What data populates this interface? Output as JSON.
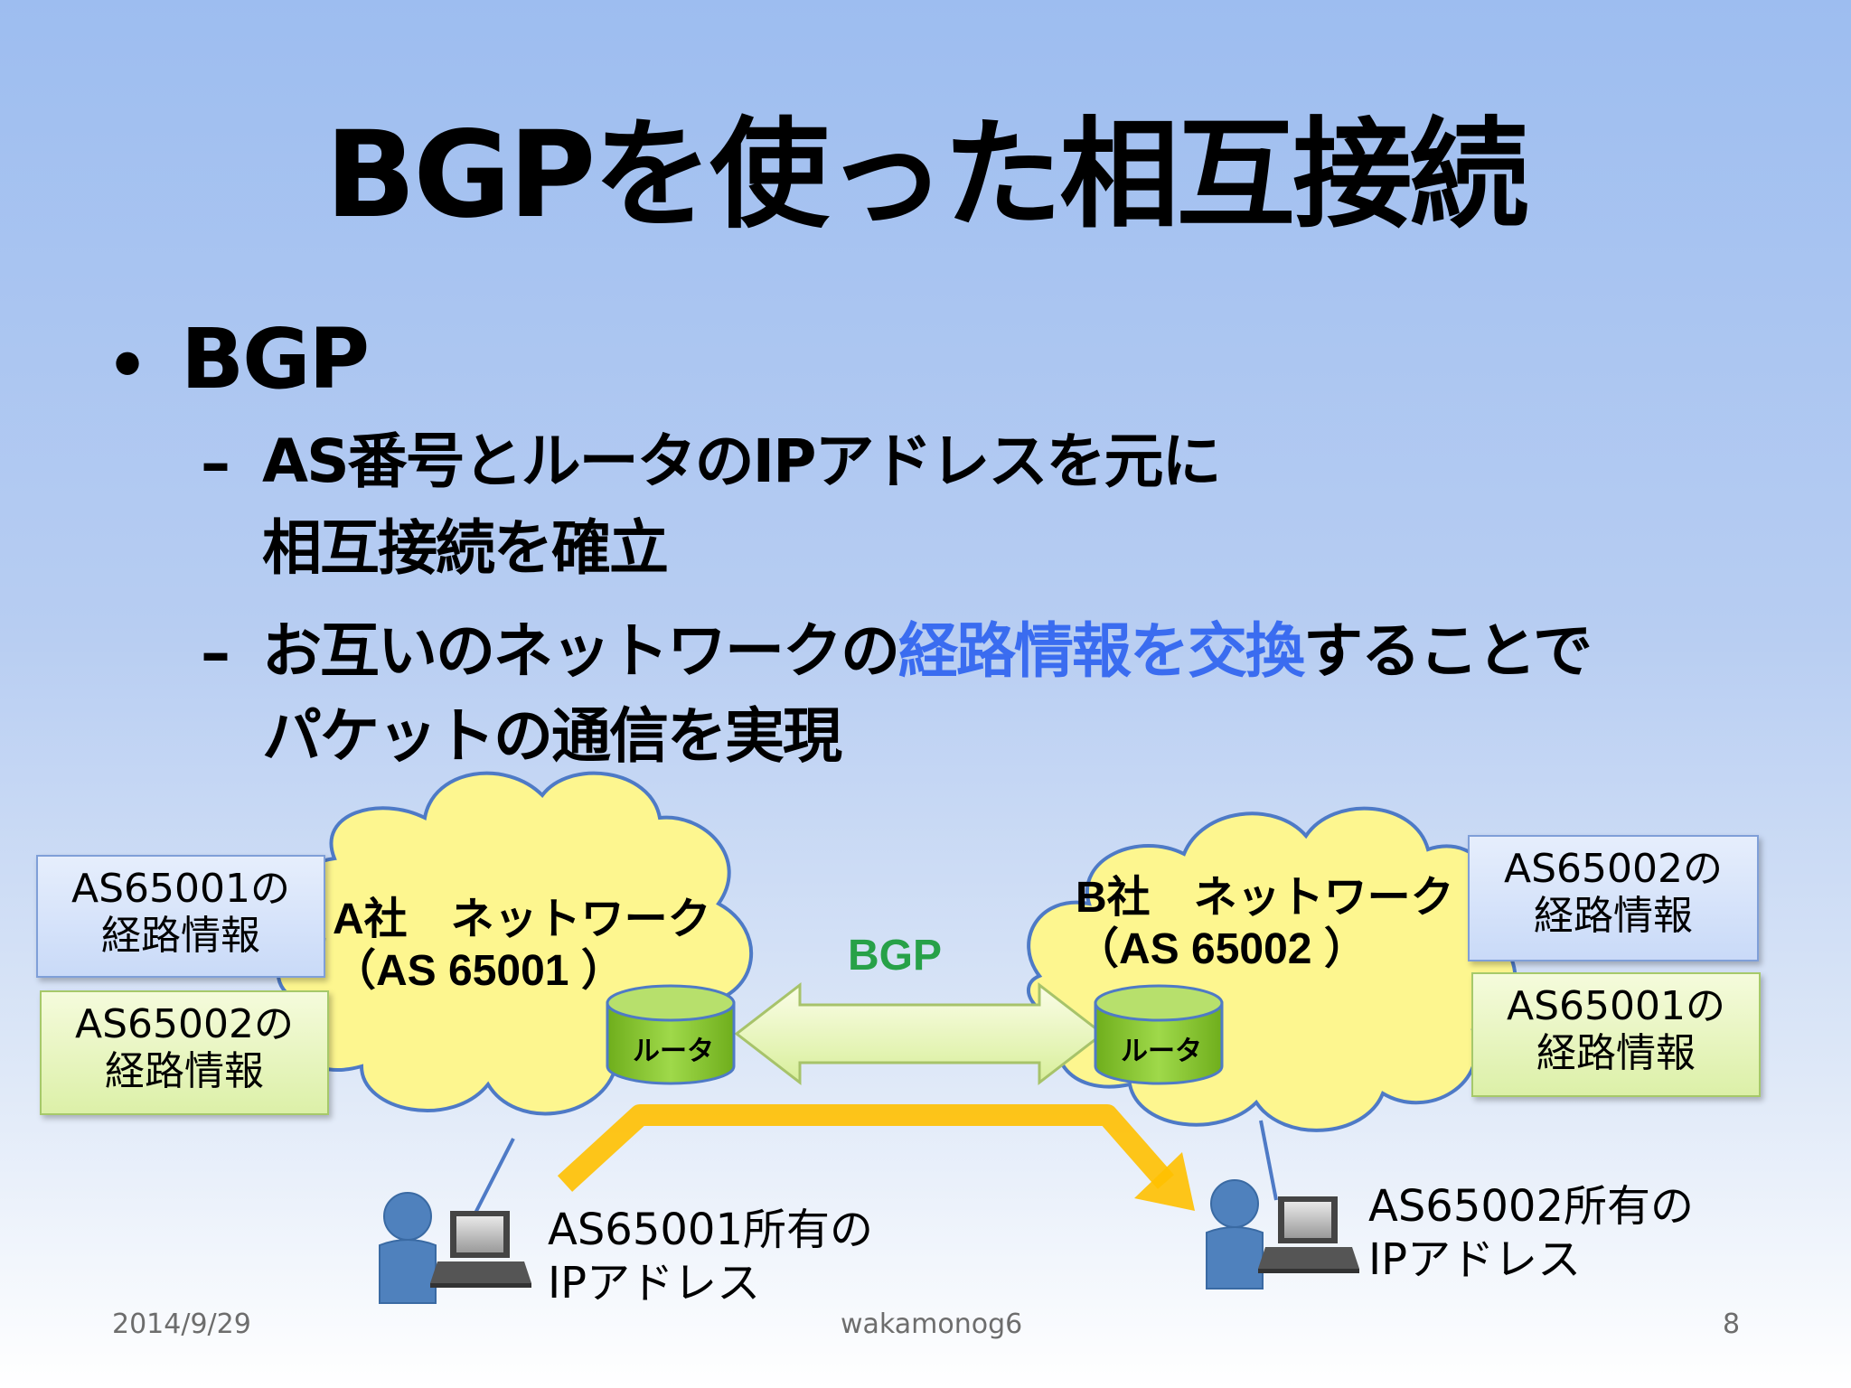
{
  "title": "BGPを使った相互接続",
  "bullet": {
    "symbol": "•",
    "text": "BGP"
  },
  "subbullets": [
    {
      "dash": "–",
      "line1": "AS番号とルータのIPアドレスを元に",
      "line2": "相互接続を確立"
    },
    {
      "dash": "–",
      "line1_pre": "お互いのネットワークの",
      "line1_highlight": "経路情報を交換",
      "line1_post": "することで",
      "line2": "パケットの通信を実現"
    }
  ],
  "highlight_color": "#3a6cf0",
  "diagram": {
    "left_boxes": [
      {
        "line1": "AS65001の",
        "line2": "経路情報",
        "color": "blue"
      },
      {
        "line1": "AS65002の",
        "line2": "経路情報",
        "color": "green"
      }
    ],
    "right_boxes": [
      {
        "line1": "AS65002の",
        "line2": "経路情報",
        "color": "blue"
      },
      {
        "line1": "AS65001の",
        "line2": "経路情報",
        "color": "green"
      }
    ],
    "cloud_a": {
      "line1": "A社　ネットワーク",
      "line2": "（AS 65001 ）"
    },
    "cloud_b": {
      "line1": "B社　ネットワーク",
      "line2": "（AS 65002 ）"
    },
    "router_label": "ルータ",
    "bgp_label": "BGP",
    "bgp_label_color": "#27a148",
    "ip_a": {
      "line1": "AS65001所有の",
      "line2": "IPアドレス"
    },
    "ip_b": {
      "line1": "AS65002所有の",
      "line2": "IPアドレス"
    },
    "icons": [
      "cloud-icon",
      "router-cylinder-icon",
      "double-arrow-icon",
      "person-icon",
      "laptop-icon",
      "path-arrow-icon"
    ]
  },
  "footer": {
    "date": "2014/9/29",
    "center": "wakamonog6",
    "page": "8"
  }
}
